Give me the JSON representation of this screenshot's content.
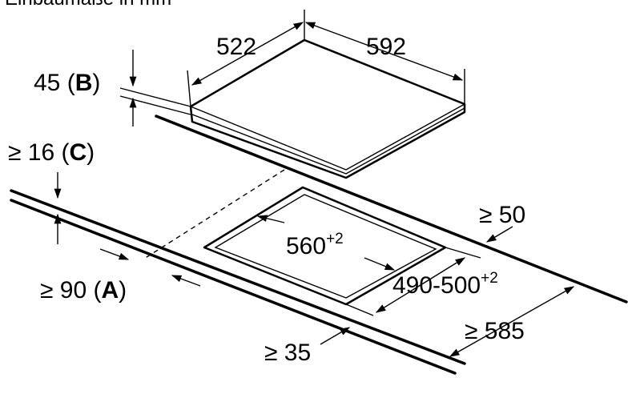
{
  "header": {
    "partial_text": "Einbaumaße in mm"
  },
  "dimensions": {
    "hob_depth": "522",
    "hob_width": "592",
    "hob_height_value": "45 (",
    "hob_height_letter": "B",
    "cutout_width_value": "560",
    "cutout_width_tol": "+2",
    "cutout_depth_value": "490-500",
    "cutout_depth_tol": "+2",
    "worktop_thickness_value": "≥ 16 (",
    "worktop_thickness_letter": "C",
    "front_offset_value": "≥ 90 (",
    "front_offset_letter": "A",
    "side_clearance": "≥ 50",
    "front_edge_clearance": "≥ 35",
    "worktop_depth": "≥ 585",
    "paren_close": ")"
  },
  "colors": {
    "stroke": "#000000",
    "background": "#ffffff"
  }
}
